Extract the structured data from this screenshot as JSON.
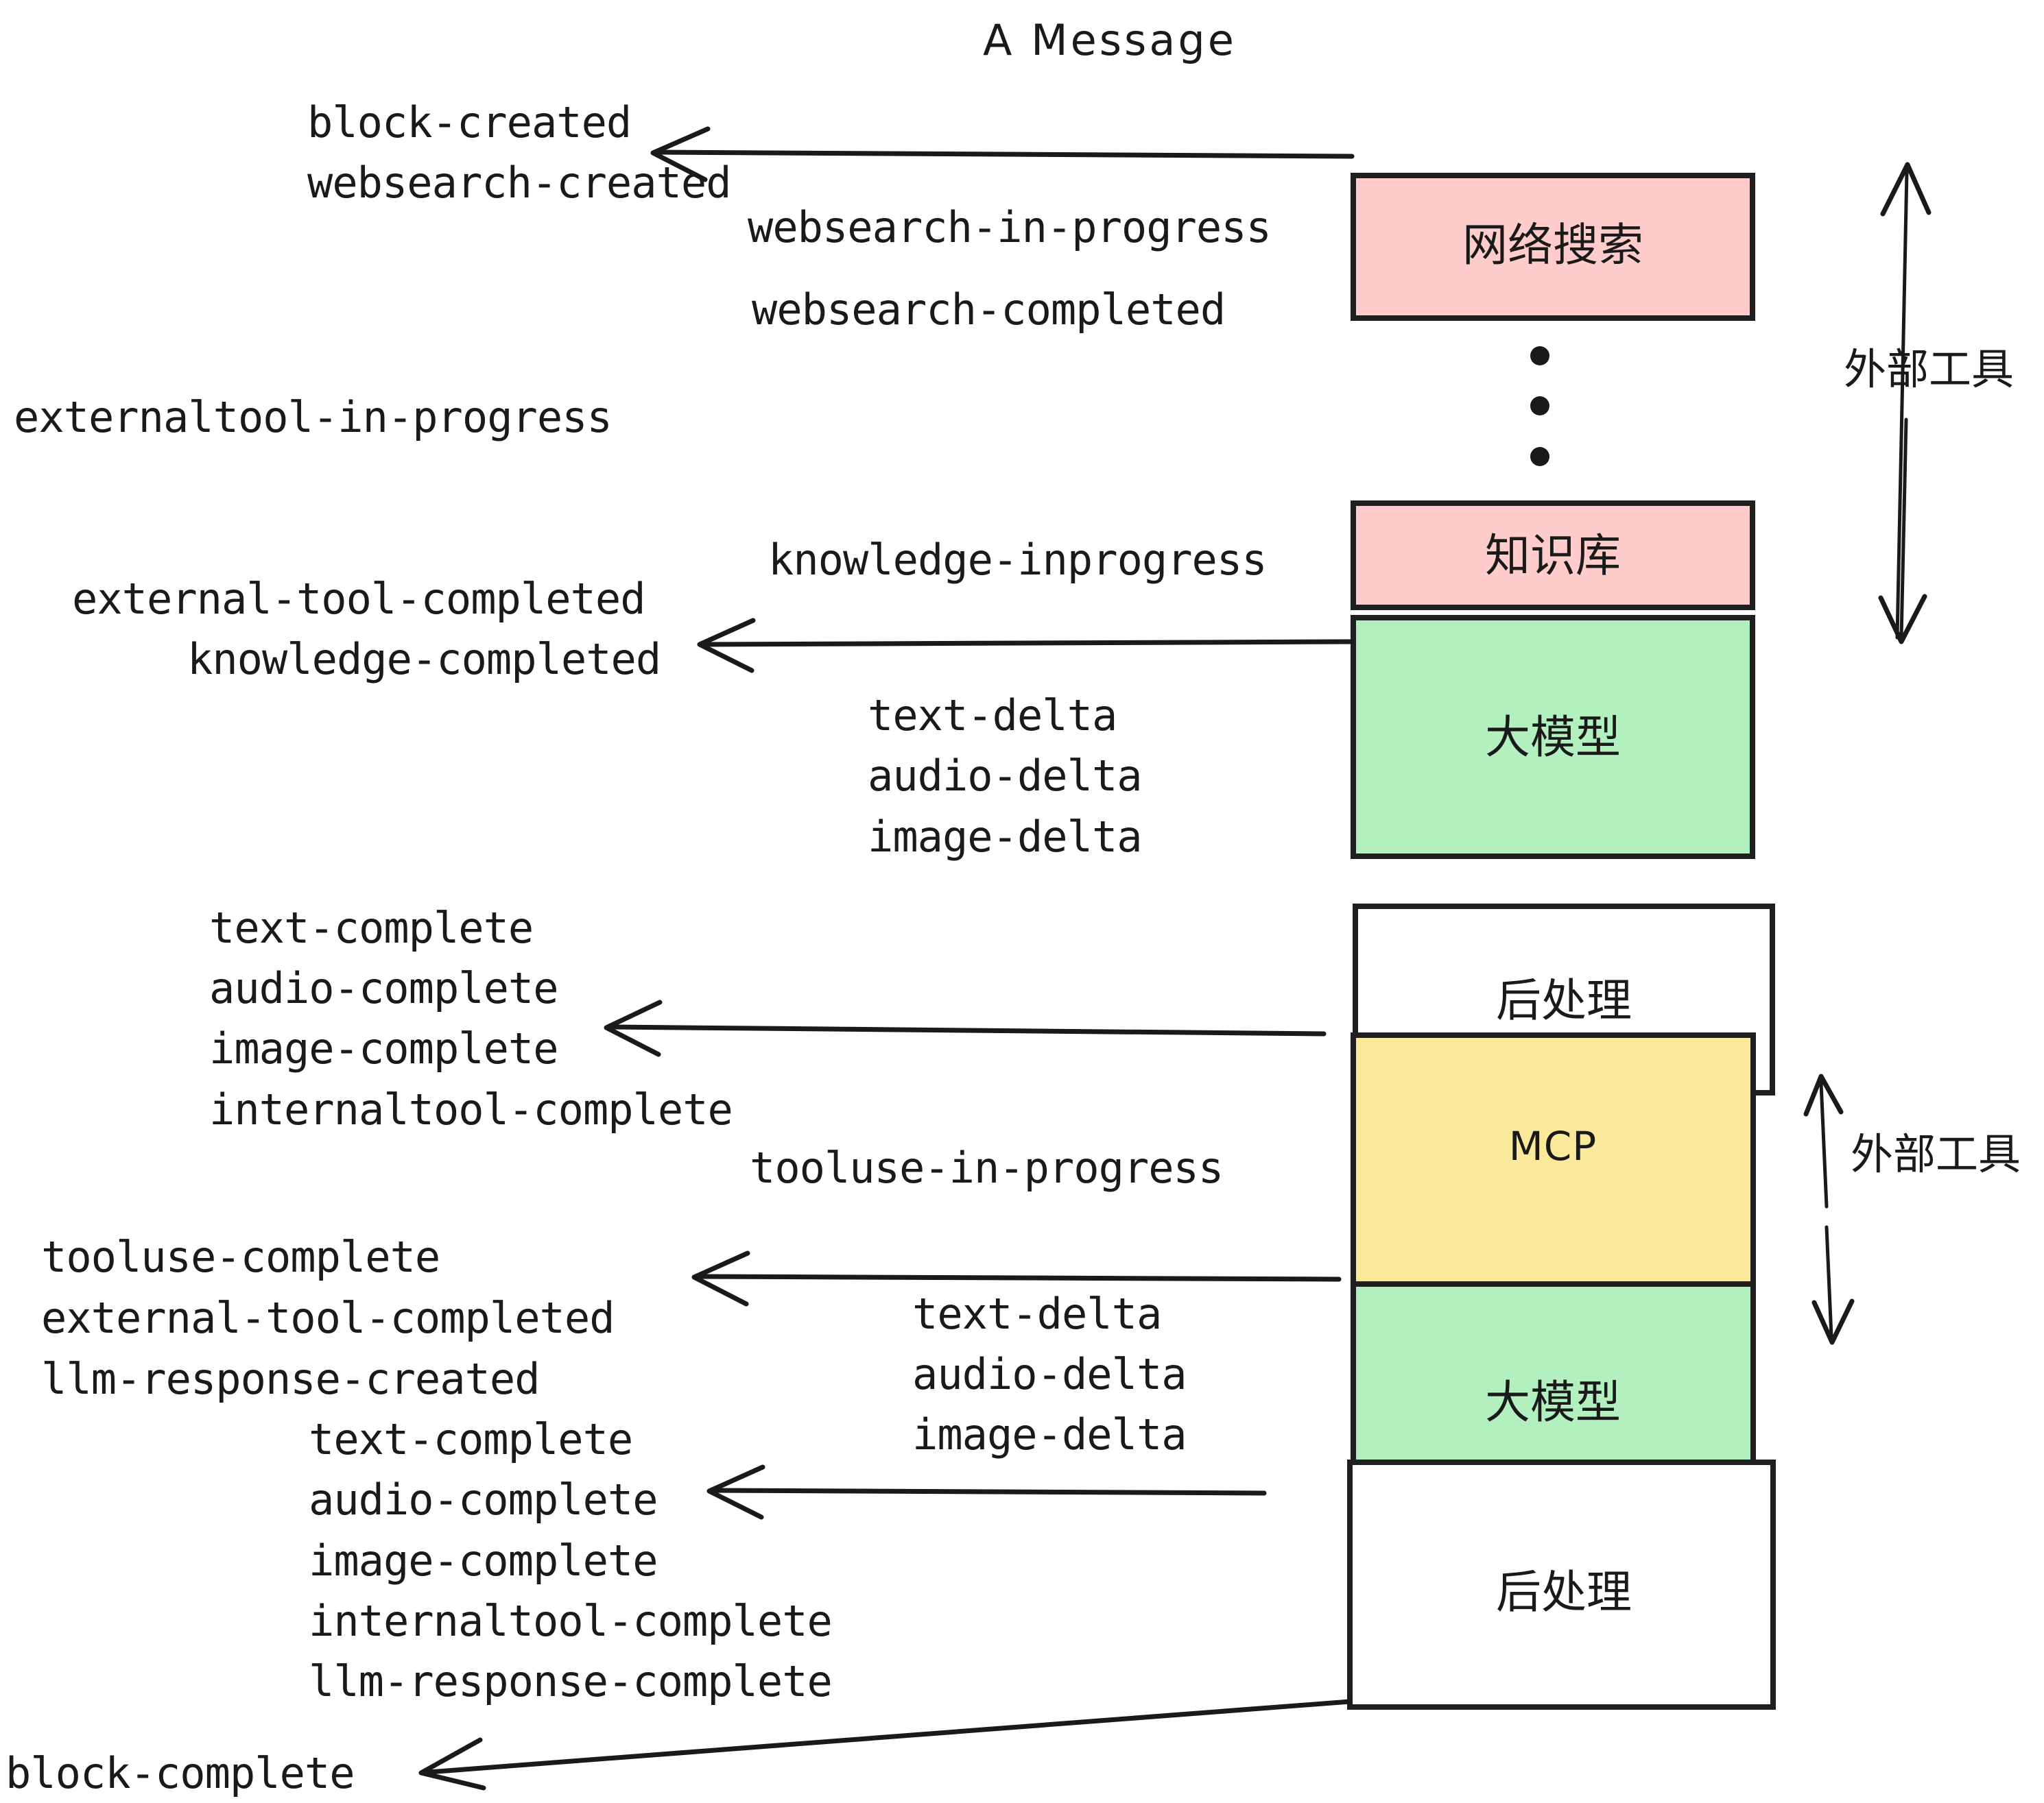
{
  "title": "A Message",
  "colors": {
    "pink": "#ffcccc",
    "green": "#b3f0c0",
    "yellow": "#fbe99b",
    "white": "#ffffff",
    "stroke": "#1f1f1f",
    "text": "#1a1a1a",
    "background": "#ffffff"
  },
  "boxes": {
    "websearch": "网络搜索",
    "knowledge": "知识库",
    "llm_top": "大模型",
    "postprocess_top": "后处理",
    "mcp": "MCP",
    "llm_bottom": "大模型",
    "postprocess_bottom": "后处理"
  },
  "side_labels": {
    "external_tool_top": "外部工具",
    "external_tool_bottom": "外部工具"
  },
  "events": {
    "block_created": "block-created",
    "websearch_created": "websearch-created",
    "websearch_in_progress": "websearch-in-progress",
    "websearch_completed": "websearch-completed",
    "externaltool_in_progress": "externaltool-in-progress",
    "knowledge_inprogress": "knowledge-inprogress",
    "external_tool_completed_1": "external-tool-completed",
    "knowledge_completed": "knowledge-completed",
    "text_delta_1": "text-delta",
    "audio_delta_1": "audio-delta",
    "image_delta_1": "image-delta",
    "text_complete_1": "text-complete",
    "audio_complete_1": "audio-complete",
    "image_complete_1": "image-complete",
    "internaltool_complete_1": "internaltool-complete",
    "tooluse_in_progress": "tooluse-in-progress",
    "tooluse_complete": "tooluse-complete",
    "external_tool_completed_2": "external-tool-completed",
    "llm_response_created": "llm-response-created",
    "text_delta_2": "text-delta",
    "audio_delta_2": "audio-delta",
    "image_delta_2": "image-delta",
    "text_complete_2": "text-complete",
    "audio_complete_2": "audio-complete",
    "image_complete_2": "image-complete",
    "internaltool_complete_2": "internaltool-complete",
    "llm_response_complete": "llm-response-complete",
    "block_complete": "block-complete"
  }
}
